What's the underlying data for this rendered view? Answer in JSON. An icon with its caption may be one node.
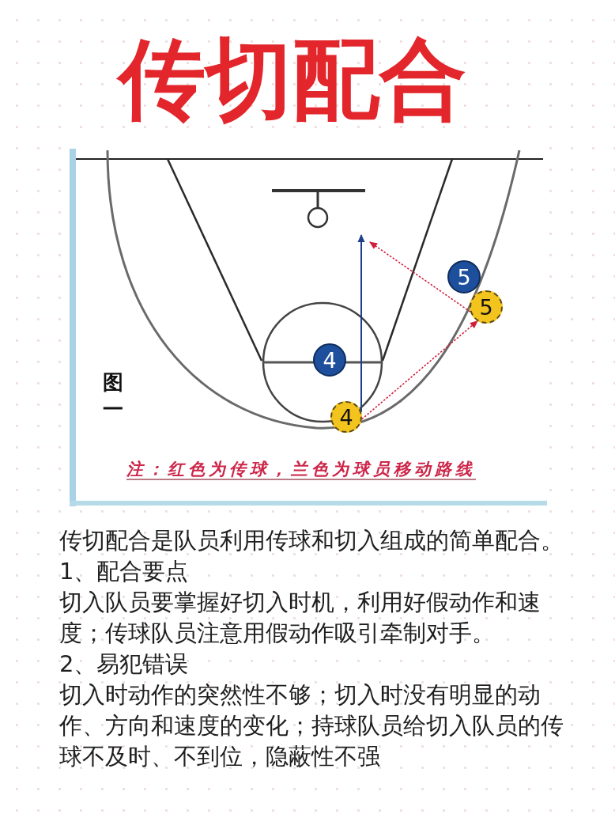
{
  "diagram": {
    "title": "传切配合",
    "nodes": [
      {
        "text": [
          "5"
        ]
      },
      {
        "text": [
          "5"
        ]
      },
      {
        "text": [
          "4"
        ]
      },
      {
        "text": [
          "4"
        ]
      }
    ],
    "edges": [
      {
        "from": 3,
        "to": 1,
        "arrow": "to",
        "style": "dashed"
      },
      {
        "from": 1,
        "to": null,
        "arrow": "to",
        "style": "dashed"
      },
      {
        "from": 3,
        "to": null,
        "arrow": "to",
        "color": "#1f3f8a"
      }
    ],
    "labels": [
      "图一",
      "注：红色为传球，兰色为球员移动路线",
      "传切配合是队员利用传球和切入组成的简单配合。",
      "1、配合要点",
      "切入队员要掌握好切入时机，利用好假动作和速度；传球队员注意用假动作吸引牵制对手。",
      "2、易犯错误",
      "切入时动作的突然性不够；切入时没有明显的动作、方向和速度的变化；持球队员给切入队员的传球不及时、不到位，隐蔽性不强"
    ]
  }
}
